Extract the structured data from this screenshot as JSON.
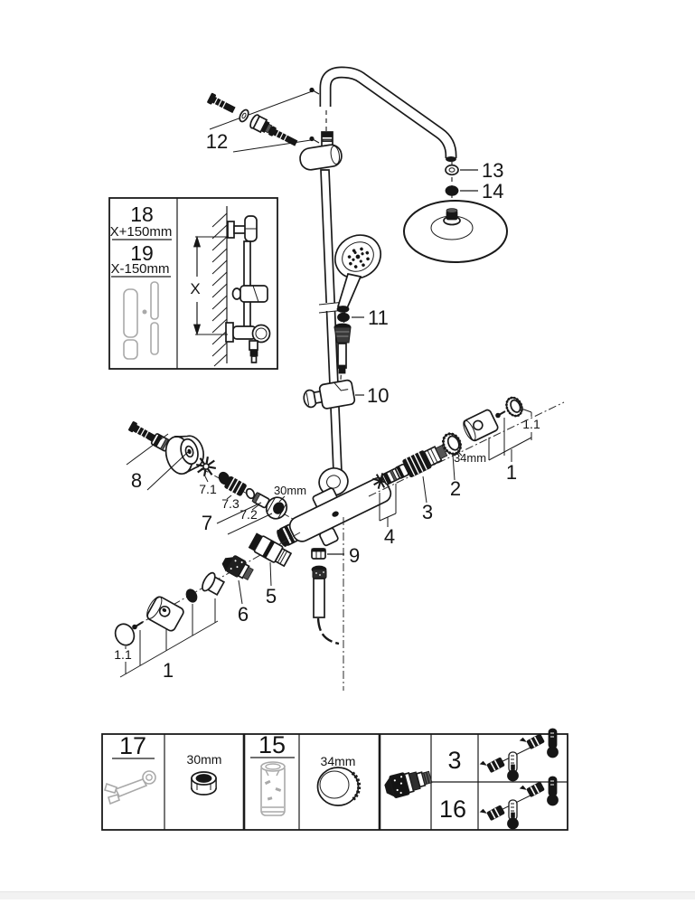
{
  "inset": {
    "part18": {
      "number": "18",
      "length": "X+150mm"
    },
    "part19": {
      "number": "19",
      "length": "X-150mm"
    },
    "dimension": "X"
  },
  "callouts": {
    "pipe_screws": "12",
    "washer_top": "13",
    "seal_top": "14",
    "handshower_seal": "11",
    "glider": "10",
    "handle_assembly": "8",
    "cartridge_seal": "7.1",
    "cartridge_sleeve": "7.3",
    "cartridge_adapter": "7.2",
    "thermo_cartridge": "7",
    "nut_size": "30mm",
    "outlet_nut": "9",
    "inlet_parts": "4",
    "check_valve_right": "3",
    "ring_right": "2",
    "ring_size": "34mm",
    "escutcheon_right": "1",
    "cap_right": "1.1",
    "sleeve_left": "5",
    "check_valve_left": "6",
    "escutcheon_left": "1",
    "cap_left": "1.1"
  },
  "parts_table": {
    "wrench_label": "17",
    "wrench_size": "30mm",
    "sleeve_tool_label": "15",
    "ring_size": "34mm",
    "orientation_top": "3",
    "orientation_bottom": "16"
  },
  "colors": {
    "line": "#1a1a1a",
    "tool_gray": "#a9a9a9",
    "background": "#ffffff"
  }
}
